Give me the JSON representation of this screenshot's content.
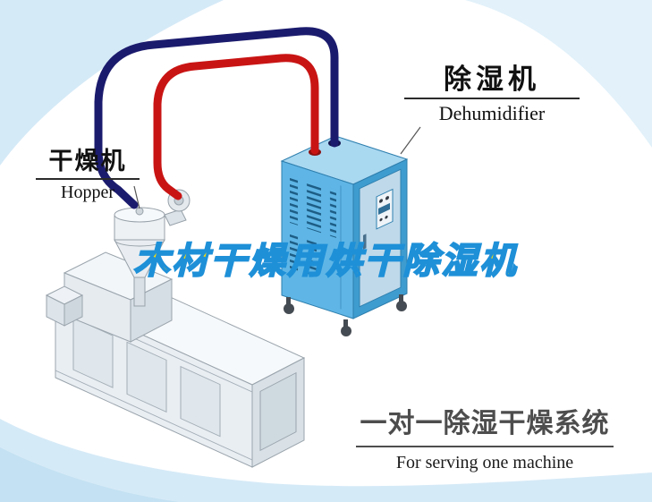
{
  "overlay": {
    "title": "木材干燥用烘干除湿机"
  },
  "dehumidifier_label": {
    "zh": "除湿机",
    "en": "Dehumidifier"
  },
  "hopper_label": {
    "zh": "干燥机",
    "en": "Hopper"
  },
  "footer_label": {
    "zh": "一对一除湿干燥系统",
    "en": "For serving one machine"
  },
  "illustration": {
    "dehumidifier": "blue dehumidifier cabinet with vents, control door and caster wheels",
    "hopper": "drying hopper funnel mounted on extruder",
    "extruder": "white isometric extruder machine",
    "pipes": [
      "red supply hose",
      "dark blue return hose"
    ]
  },
  "colors": {
    "title_fill": "#ffdf00",
    "title_stroke": "#1e90d8",
    "pipe_red": "#c91414",
    "pipe_blue": "#1b1b6e",
    "machine_blue": "#5fb6e6",
    "machine_blue_dark": "#3f9ccf",
    "machine_blue_light": "#a9d8f1",
    "footer_text": "#4d4d4d",
    "background_tint": "#d5eaf7"
  }
}
